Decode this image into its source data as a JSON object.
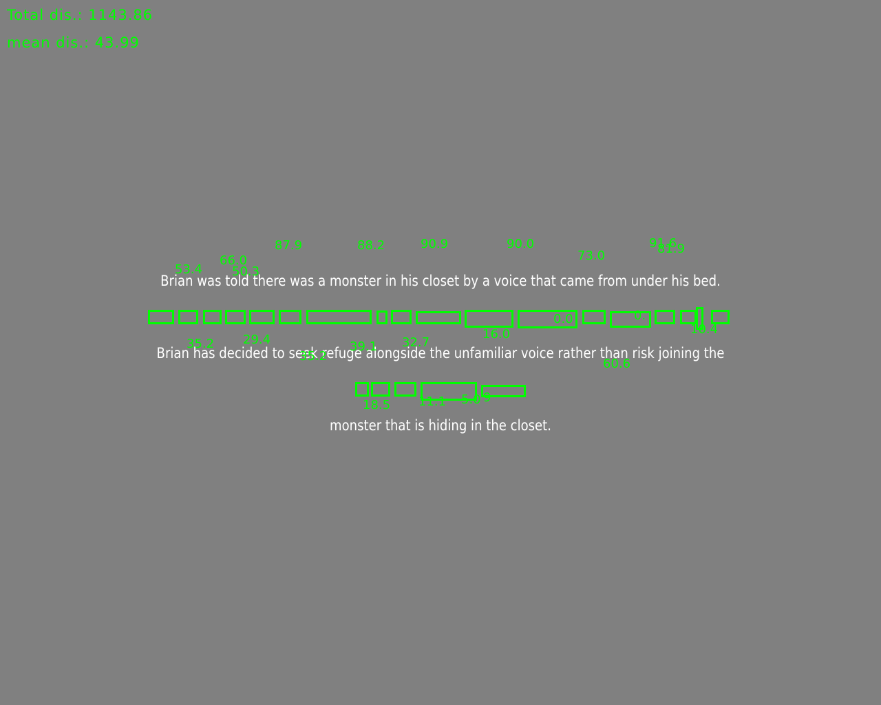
{
  "stats": {
    "total": "Total dis.: 1143.86",
    "mean": "mean dis.: 43.99"
  },
  "sentences": [
    "Brian was told there was a monster in his closet by a voice that came from under his bed.",
    "Brian has decided to seek refuge alongside the unfamiliar voice rather than risk joining the",
    "monster that is hiding in the closet."
  ],
  "scores": [
    "53.4",
    "66.0",
    "50.3",
    "87.9",
    "88.2",
    "90.9",
    "90.0",
    "73.0",
    "91.6",
    "81.9",
    "35.2",
    "29.4",
    "35.2",
    "39.1",
    "32.7",
    "16.0",
    "0.0",
    "0.",
    "10.4",
    "60.6",
    "18.5",
    "11.1",
    "5.0",
    "9"
  ],
  "colors": {
    "background": "#808080",
    "overlay": "#00ff00",
    "text": "#ffffff"
  }
}
